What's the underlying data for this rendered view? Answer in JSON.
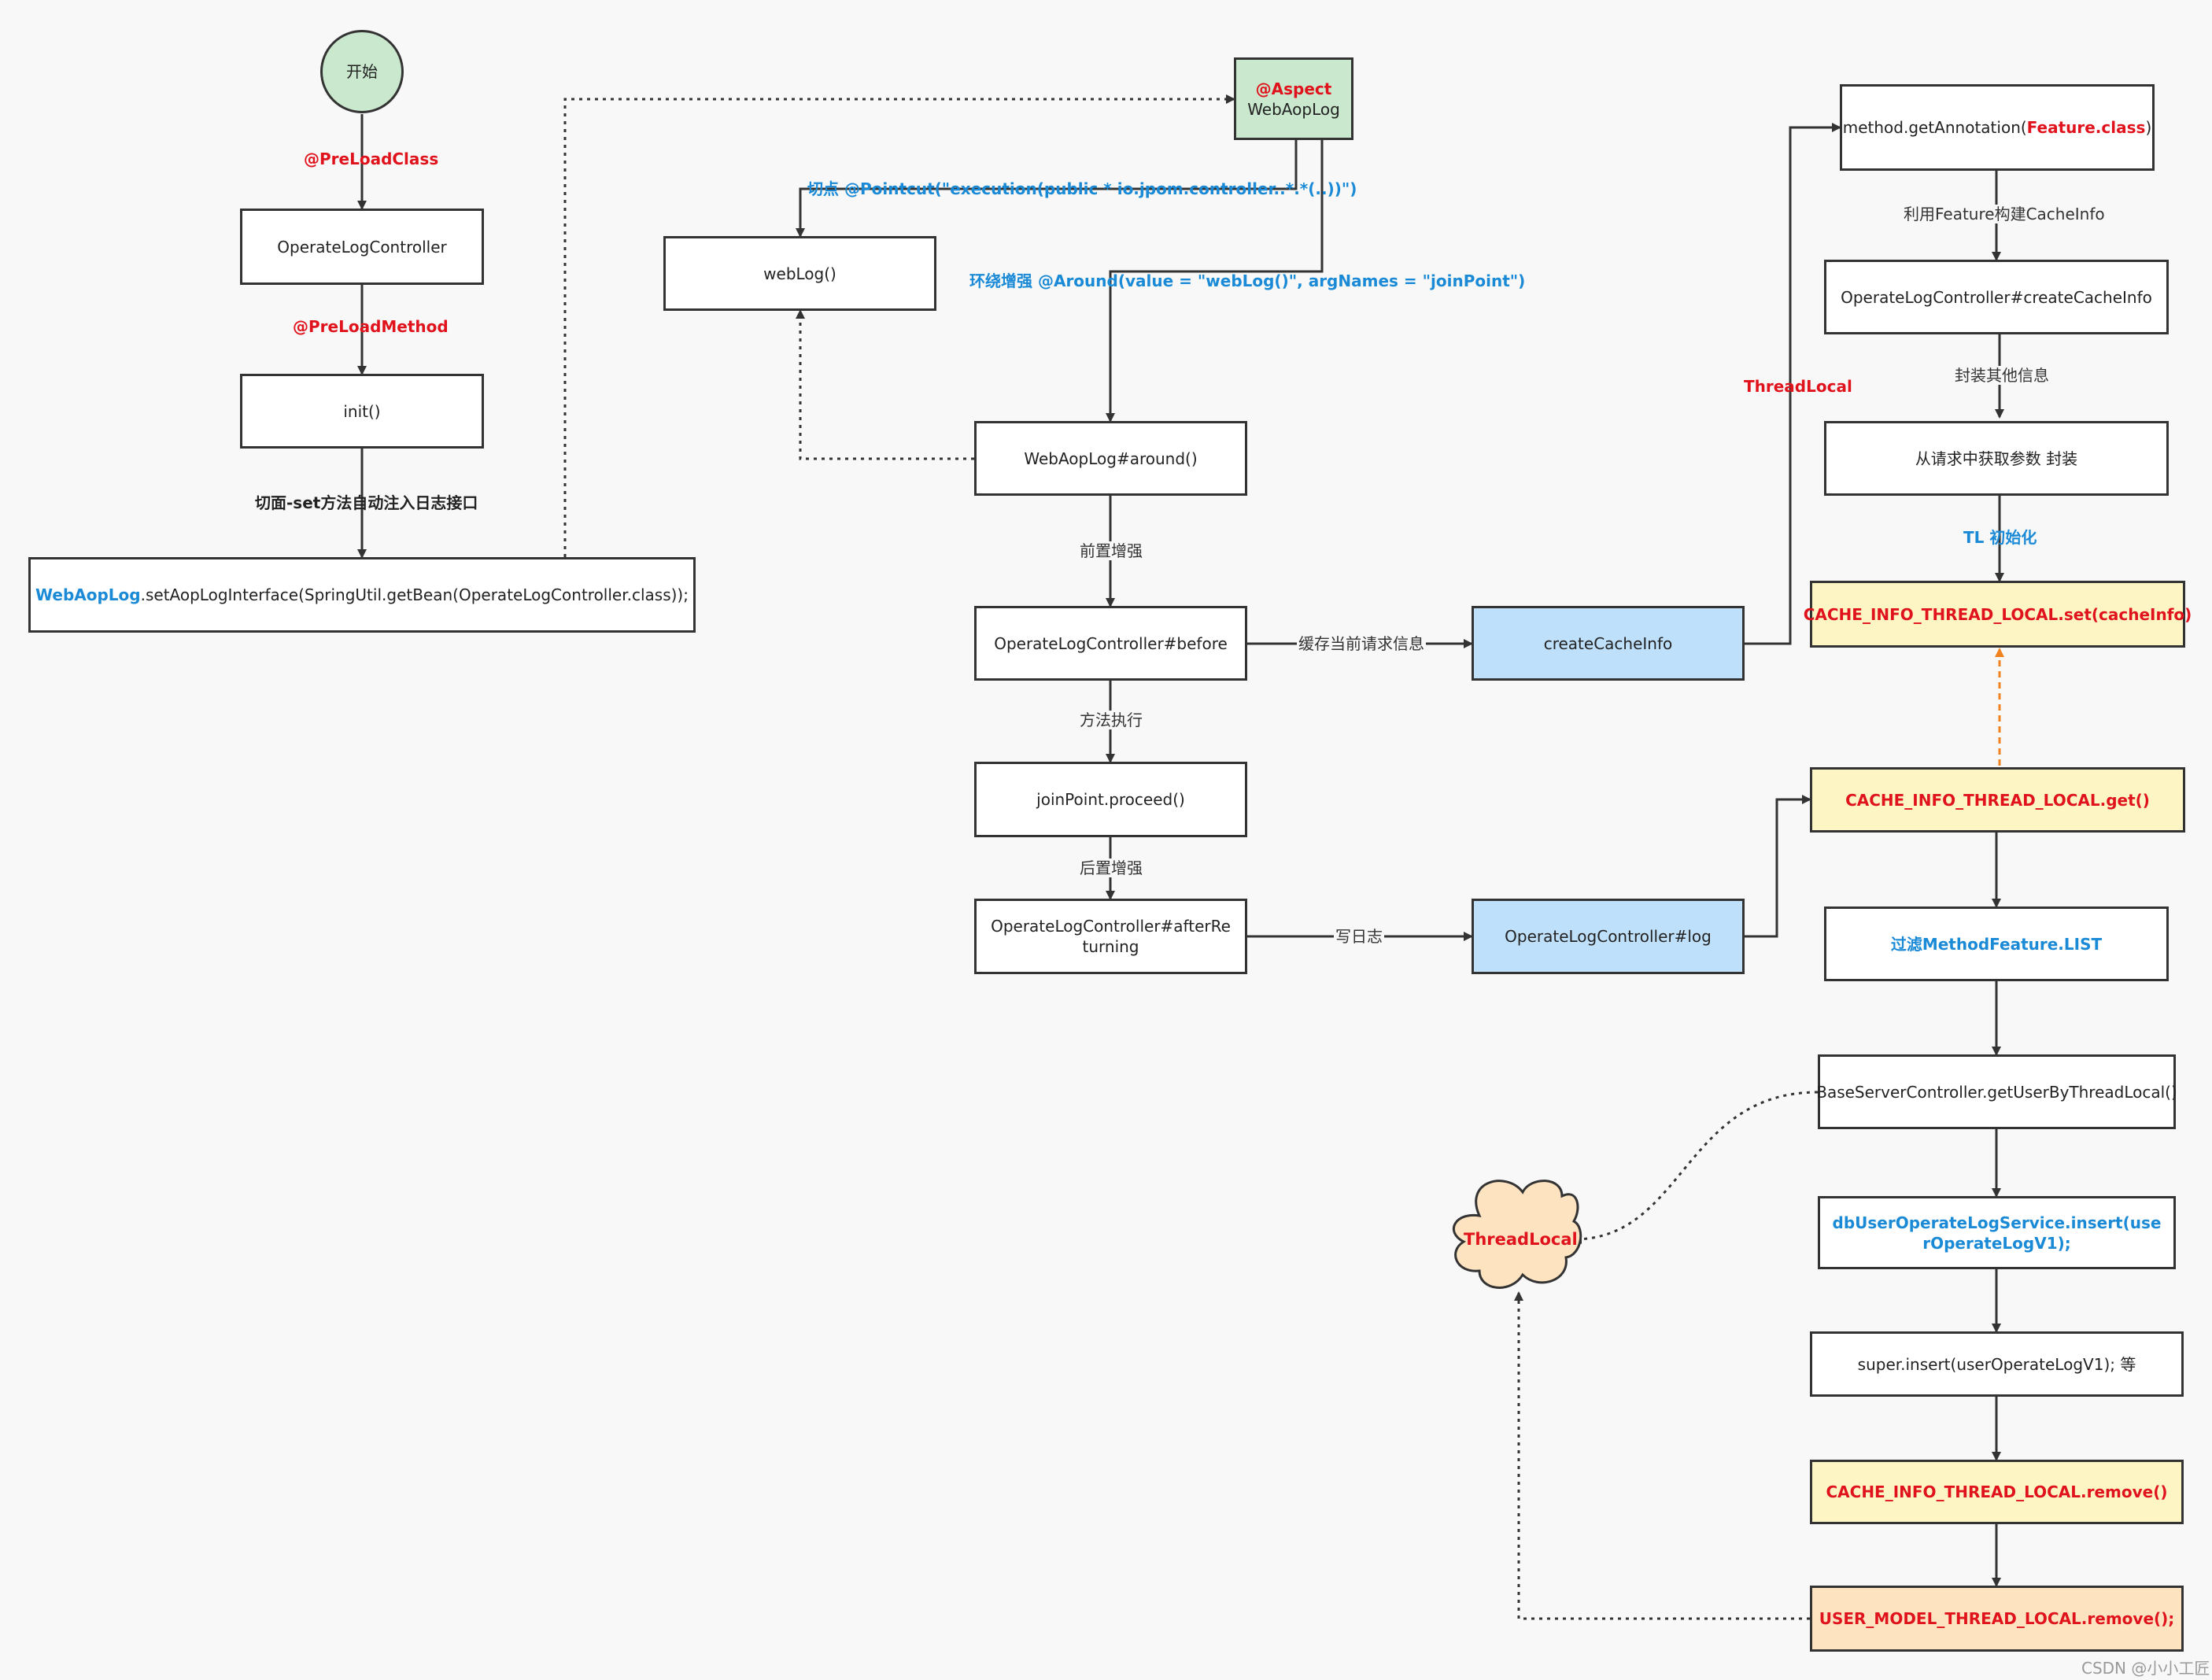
{
  "nodes": {
    "start": "开始",
    "operate_log_controller": "OperateLogController",
    "init": "init()",
    "set_aop_prefix": "WebAopLog",
    "set_aop_rest": ".setAopLogInterface(SpringUtil.getBean(OperateLogController.class));",
    "aspect_annotation": "@Aspect",
    "aspect_name": "WebAopLog",
    "weblog": "webLog()",
    "around": "WebAopLog#around()",
    "before": "OperateLogController#before",
    "proceed": "joinPoint.proceed()",
    "after_returning": "OperateLogController#afterReturning",
    "create_cache_info": "createCacheInfo",
    "log": "OperateLogController#log",
    "get_annotation_prefix": "method.getAnnotation(",
    "get_annotation_feature": "Feature.class",
    "get_annotation_suffix": ")",
    "create_cache_info_method": "OperateLogController#createCacheInfo",
    "get_params": "从请求中获取参数 封装",
    "cache_set": "CACHE_INFO_THREAD_LOCAL.set(cacheInfo)",
    "cache_get": "CACHE_INFO_THREAD_LOCAL.get()",
    "filter_feature": "过滤MethodFeature.LIST",
    "get_user": "BaseServerController.getUserByThreadLocal()",
    "db_insert": "dbUserOperateLogService.insert(userOperateLogV1);",
    "super_insert": "super.insert(userOperateLogV1); 等",
    "cache_remove": "CACHE_INFO_THREAD_LOCAL.remove()",
    "user_remove": "USER_MODEL_THREAD_LOCAL.remove();",
    "thread_local_cloud": "ThreadLocal"
  },
  "labels": {
    "preload_class": "@PreLoadClass",
    "preload_method": "@PreLoadMethod",
    "aspect_set": "切面-set方法自动注入日志接口",
    "pointcut": "切点 @Pointcut(\"execution(public * io.jpom.controller..*.*(..))\")",
    "around_advice": "环绕增强 @Around(value = \"webLog()\", argNames = \"joinPoint\")",
    "pre_advice": "前置增强",
    "cache_request": "缓存当前请求信息",
    "method_exec": "方法执行",
    "post_advice": "后置增强",
    "write_log": "写日志",
    "thread_local": "ThreadLocal",
    "build_cache": "利用Feature构建CacheInfo",
    "wrap_other": "封装其他信息",
    "tl_init": "TL 初始化"
  },
  "watermark": "CSDN @小小工匠",
  "colors": {
    "red": "#e0131d",
    "blue": "#1a8ad6",
    "orange_arrow": "#f0831f",
    "line": "#333333"
  }
}
